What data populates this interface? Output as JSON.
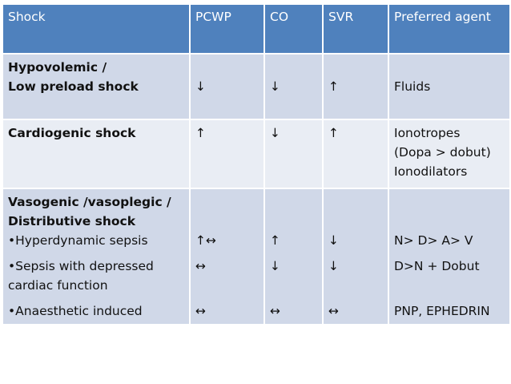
{
  "headers": [
    "Shock",
    "PCWP",
    "CO",
    "SVR",
    "Preferred agent"
  ],
  "rows": {
    "hypo": {
      "name1": "Hypovolemic /",
      "name2": "Low preload  shock",
      "pcwp": "↓",
      "co": "↓",
      "svr": "↑",
      "agent": "Fluids"
    },
    "cardio": {
      "name": "Cardiogenic shock",
      "pcwp": "↑",
      "co": "↓",
      "svr": "↑",
      "agent1": "Ionotropes",
      "agent2": "(Dopa > dobut)",
      "agent3": "Ionodilators"
    },
    "vaso": {
      "name1": "Vasogenic /vasoplegic /",
      "name2": "Distributive shock",
      "sub1": {
        "name": "•Hyperdynamic sepsis",
        "pcwp": "↑↔",
        "co": "↑",
        "svr": "↓",
        "agent": "N> D> A> V"
      },
      "sub2": {
        "name1": "•Sepsis with depressed",
        "name2": "cardiac function",
        "pcwp": "↔",
        "co": "↓",
        "svr": "↓",
        "agent": "D>N + Dobut"
      },
      "sub3": {
        "name": "•Anaesthetic induced",
        "pcwp": "↔",
        "co": "↔",
        "svr": "↔",
        "agent": "PNP, EPHEDRIN"
      }
    }
  }
}
